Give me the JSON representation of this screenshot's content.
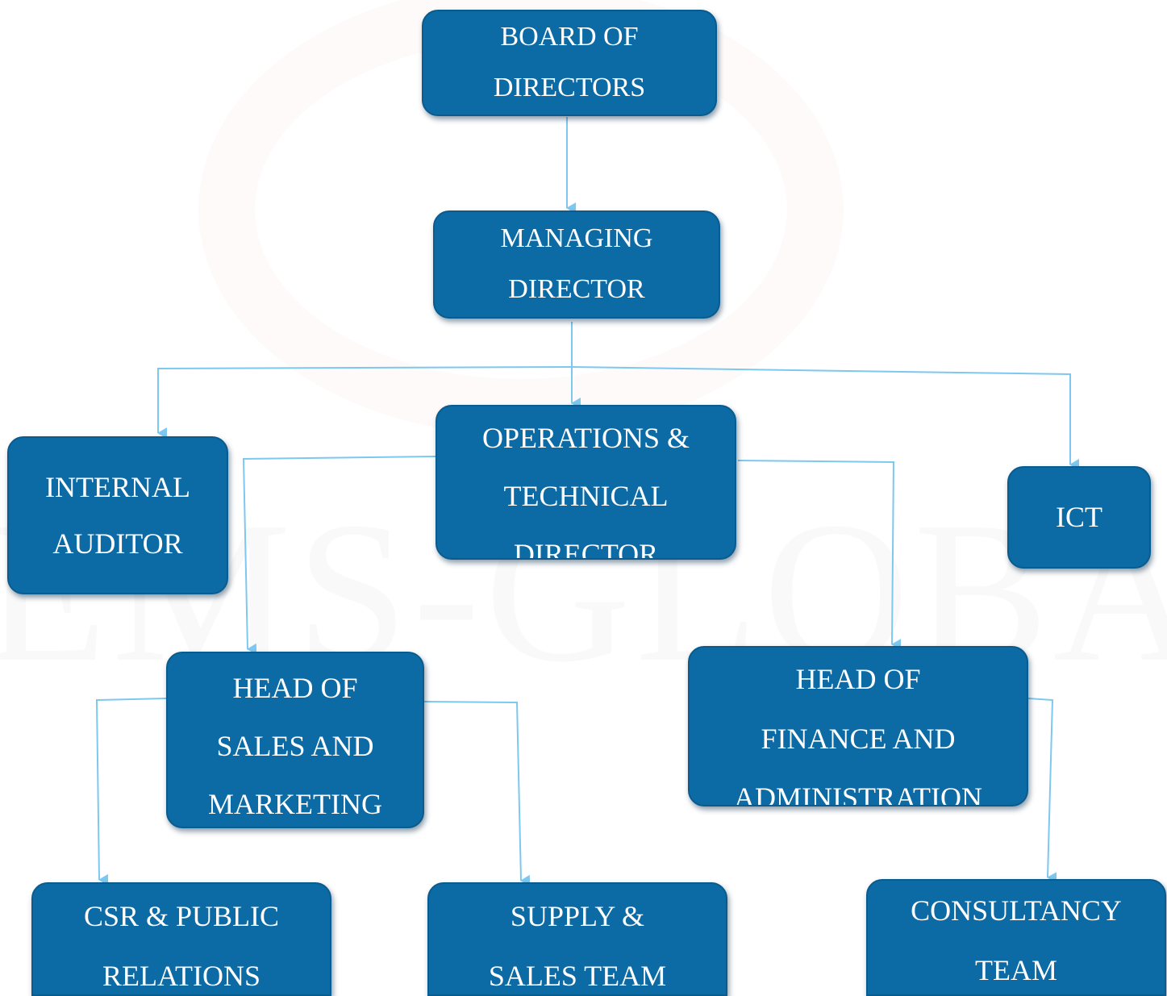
{
  "nodes": {
    "board": "BOARD OF\nDIRECTORS",
    "managing": "MANAGING\nDIRECTOR",
    "internal_auditor": "INTERNAL\nAUDITOR",
    "operations": "OPERATIONS &\nTECHNICAL\nDIRECTOR",
    "ict": "ICT",
    "sales_marketing": "HEAD OF\nSALES AND\nMARKETING",
    "finance": "HEAD OF\nFINANCE AND\nADMINISTRATION",
    "csr": "CSR & PUBLIC\nRELATIONS",
    "supply": "SUPPLY &\nSALES TEAM",
    "consultancy": "CONSULTANCY\nTEAM"
  },
  "colors": {
    "box_fill": "#0c6aa5",
    "connector": "#7dc8f0",
    "text": "#ffffff"
  }
}
